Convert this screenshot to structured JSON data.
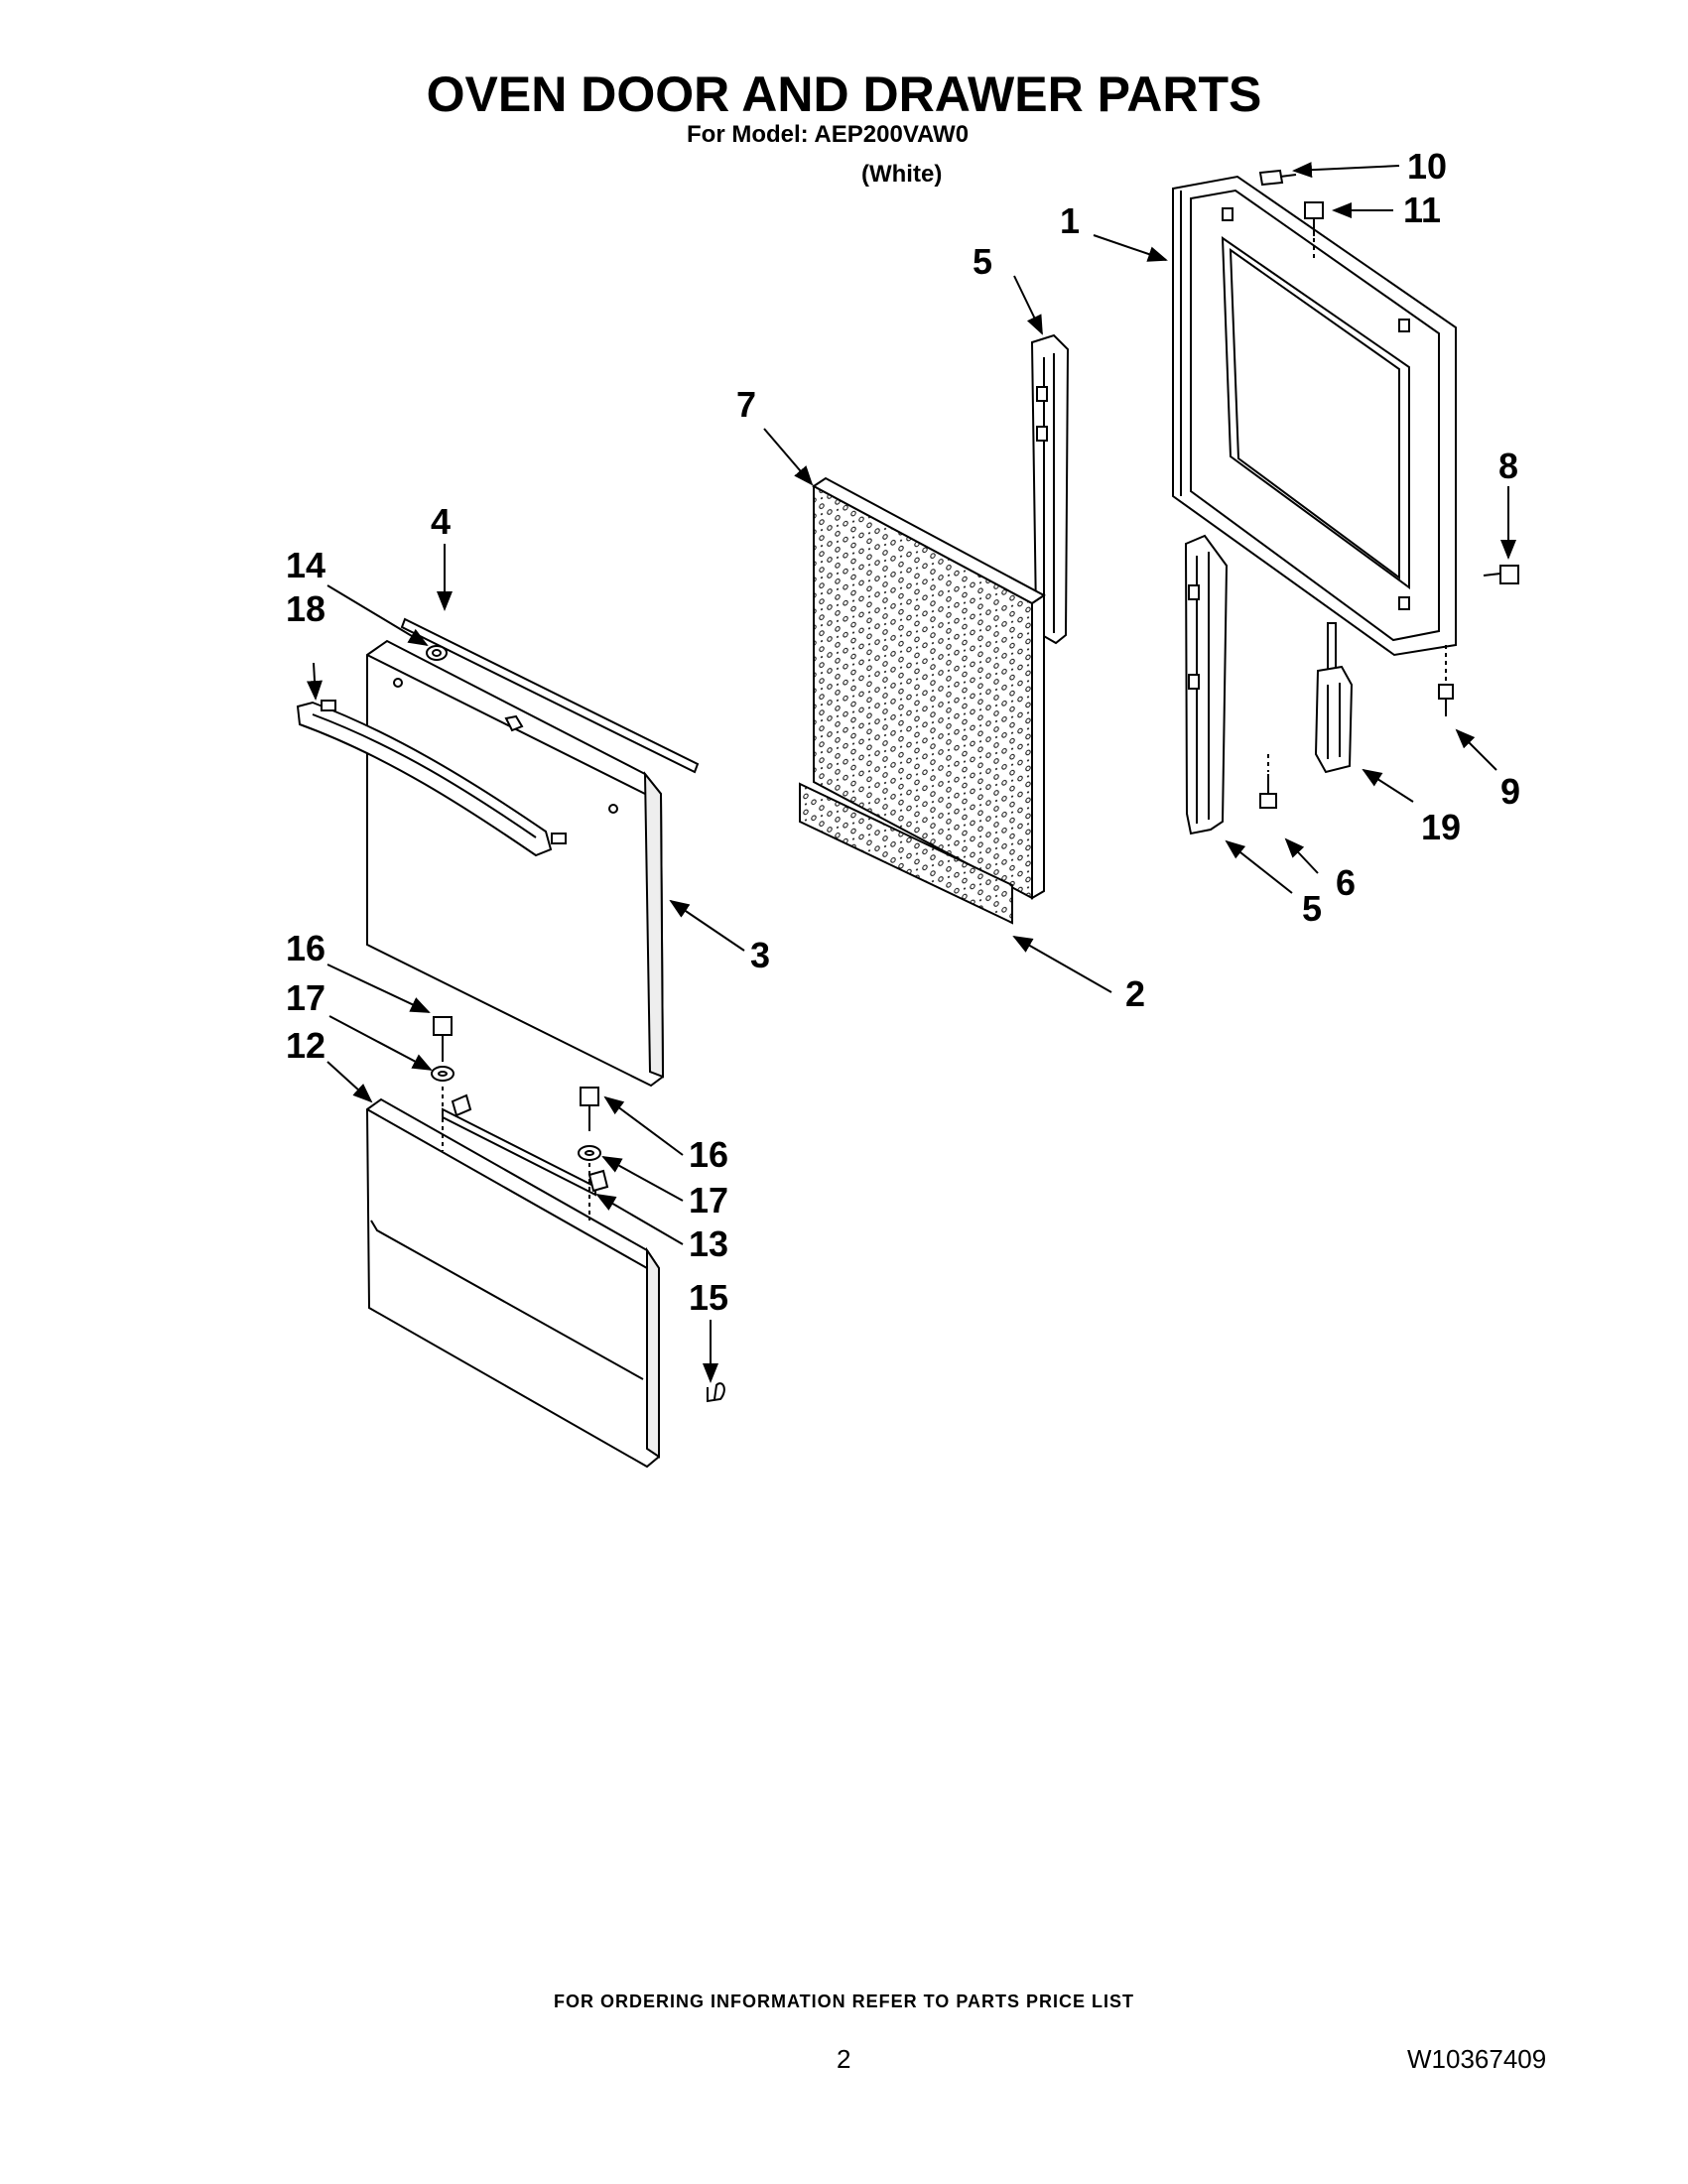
{
  "header": {
    "title": "OVEN DOOR AND DRAWER PARTS",
    "subtitle": "For Model: AEP200VAW0",
    "color": "(White)"
  },
  "callouts": {
    "c1": "1",
    "c2": "2",
    "c3": "3",
    "c4": "4",
    "c5a": "5",
    "c5b": "5",
    "c6": "6",
    "c7": "7",
    "c8": "8",
    "c9": "9",
    "c10": "10",
    "c11": "11",
    "c12": "12",
    "c13": "13",
    "c14": "14",
    "c15": "15",
    "c16a": "16",
    "c16b": "16",
    "c17a": "17",
    "c17b": "17",
    "c18": "18",
    "c19": "19"
  },
  "footer": {
    "ordering_note": "FOR ORDERING INFORMATION REFER TO PARTS PRICE LIST",
    "page_number": "2",
    "document_number": "W10367409"
  },
  "colors": {
    "ink": "#000000",
    "paper": "#ffffff",
    "shade": "#e6e6e6"
  }
}
